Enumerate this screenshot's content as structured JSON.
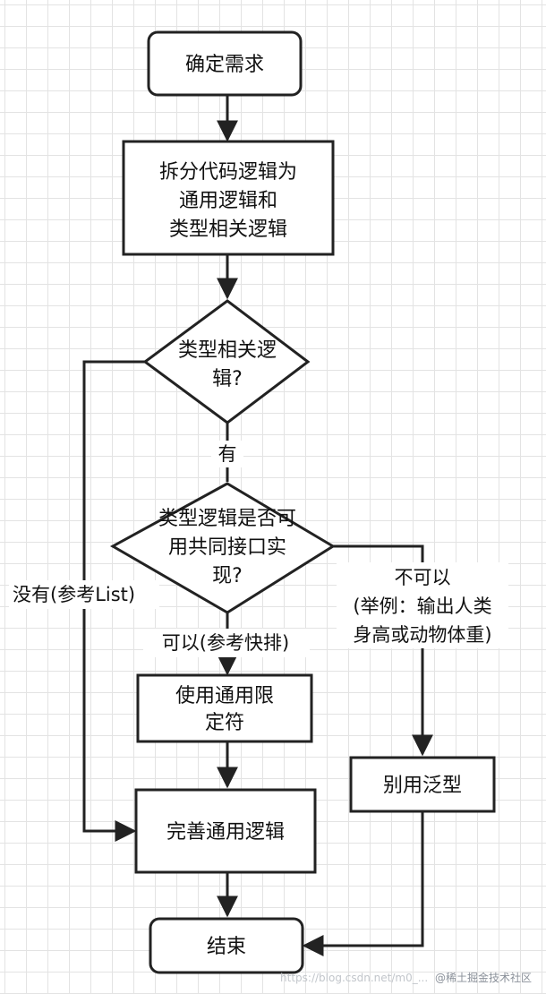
{
  "nodes": {
    "start": "确定需求",
    "split": [
      "拆分代码逻辑为",
      "通用逻辑和",
      "类型相关逻辑"
    ],
    "decision_type": [
      "类型相关逻",
      "辑?"
    ],
    "decision_interface": [
      "类型逻辑是否可",
      "用共同接口实",
      "现?"
    ],
    "use_constraint": [
      "使用通用限",
      "定符"
    ],
    "no_generics": "别用泛型",
    "complete": "完善通用逻辑",
    "end": "结束"
  },
  "edge_labels": {
    "yes": "有",
    "no": "没有(参考List)",
    "can": "可以(参考快排)",
    "cannot": [
      "不可以",
      "(举例：输出人类",
      "身高或动物体重)"
    ]
  },
  "watermark": {
    "url": "https://blog.csdn.net/m0_...",
    "brand": "@稀土掘金技术社区"
  }
}
